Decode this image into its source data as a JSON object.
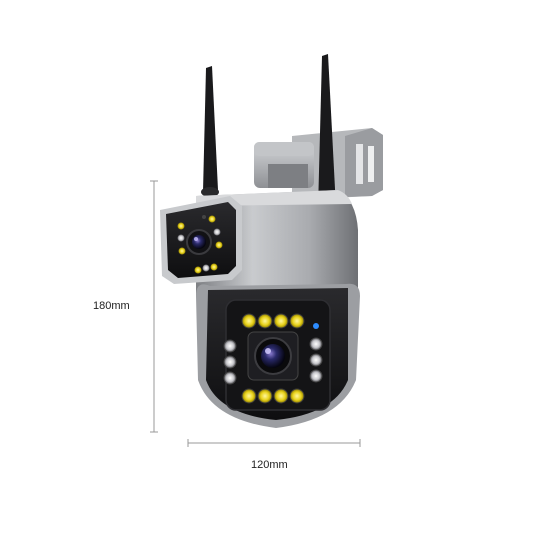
{
  "product": {
    "type": "dual-lens PTZ security camera with two antennas",
    "body_color": "#a9abaf",
    "face_color": "#1b1b1d"
  },
  "dimensions": {
    "height_label": "180mm",
    "width_label": "120mm",
    "line_color": "#999999"
  }
}
